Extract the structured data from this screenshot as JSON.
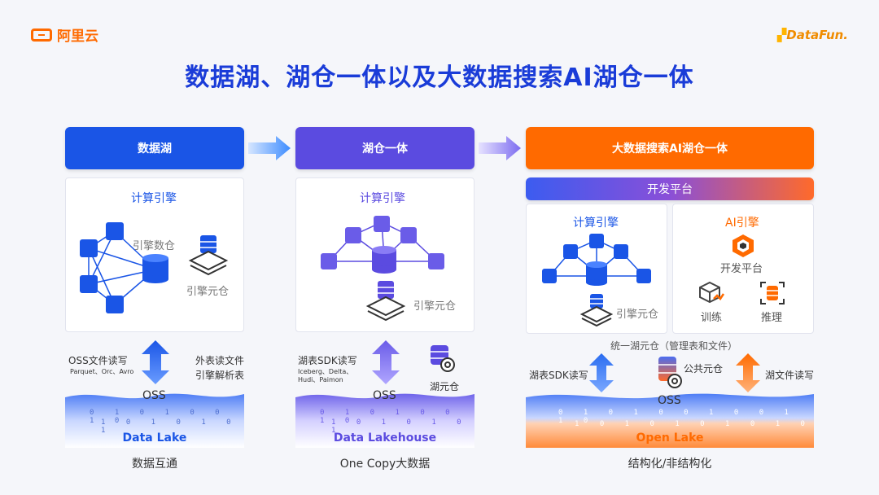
{
  "brand": {
    "left_logo": "阿里云",
    "right_logo": "DataFun."
  },
  "title": "数据湖、湖仓一体以及大数据搜索AI湖仓一体",
  "col1": {
    "header": "数据湖",
    "engine_title": "计算引擎",
    "engine_dw": "引擎数仓",
    "engine_meta": "引擎元仓",
    "left_label": "OSS文件读写",
    "left_sub": "Parquet、Orc、Avro",
    "right_label_1": "外表读文件",
    "right_label_2": "引擎解析表",
    "oss": "OSS",
    "lake": "Data Lake",
    "caption": "数据互通"
  },
  "col2": {
    "header": "湖仓一体",
    "engine_title": "计算引擎",
    "engine_meta": "引擎元仓",
    "left_label": "湖表SDK读写",
    "left_sub_1": "Iceberg、Delta、",
    "left_sub_2": "Hudi、Paimon",
    "lake_meta": "湖元仓",
    "oss": "OSS",
    "lake": "Data Lakehouse",
    "caption": "One Copy大数据"
  },
  "col3": {
    "header": "大数据搜索AI湖仓一体",
    "platform_bar": "开发平台",
    "engine_title": "计算引擎",
    "engine_meta": "引擎元仓",
    "ai_title": "AI引擎",
    "ai_platform": "开发平台",
    "ai_train": "训练",
    "ai_infer": "推理",
    "unified_meta": "统一湖元仓（管理表和文件）",
    "left_label": "湖表SDK读写",
    "public_meta": "公共元仓",
    "right_label": "湖文件读写",
    "oss": "OSS",
    "lake": "Open Lake",
    "caption": "结构化/非结构化"
  },
  "colors": {
    "blue": "#1a55e6",
    "purple": "#5b4be0",
    "orange": "#ff6a00",
    "title": "#1a3cd8"
  },
  "icons": [
    "aliyun-logo-icon",
    "datafun-logo-icon",
    "node-icon",
    "database-icon",
    "stack-layers-icon",
    "double-arrow-icon",
    "gear-database-icon",
    "cube-icon",
    "train-icon",
    "infer-icon",
    "flow-arrow-icon"
  ]
}
